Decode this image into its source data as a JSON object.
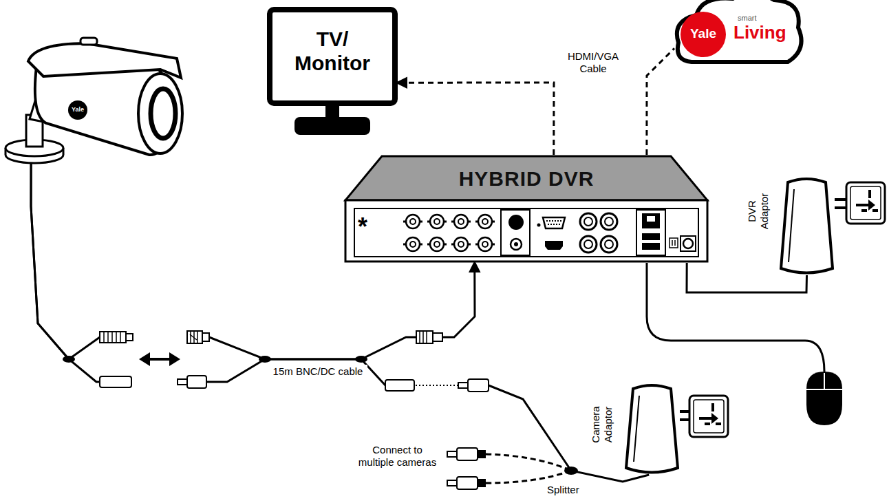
{
  "diagram": {
    "nodes": [
      {
        "text": [
          "TV/ Monitor"
        ]
      },
      {
        "text": [
          "Yale",
          "smart",
          "Living"
        ]
      },
      {
        "text": [
          "HYBRID DVR"
        ]
      },
      {
        "text": [
          "DVR Adaptor"
        ]
      },
      {
        "text": [
          "Yale"
        ]
      },
      {
        "text": [
          "Camera Adaptor"
        ]
      }
    ],
    "edges": [
      {
        "from": 2,
        "to": 0,
        "arrow": "to",
        "label": "HDMI/VGA Cable"
      },
      {
        "from": 2,
        "to": 1,
        "arrow": "none"
      },
      {
        "from": 3,
        "to": 2,
        "arrow": "none"
      },
      {
        "from": 4,
        "to": 2,
        "arrow": "to",
        "label": "15m BNC/DC cable"
      },
      {
        "from": 5,
        "to": 4,
        "arrow": "none"
      }
    ],
    "labels": [
      "*",
      "Connect to multiple cameras",
      "Splitter"
    ]
  }
}
